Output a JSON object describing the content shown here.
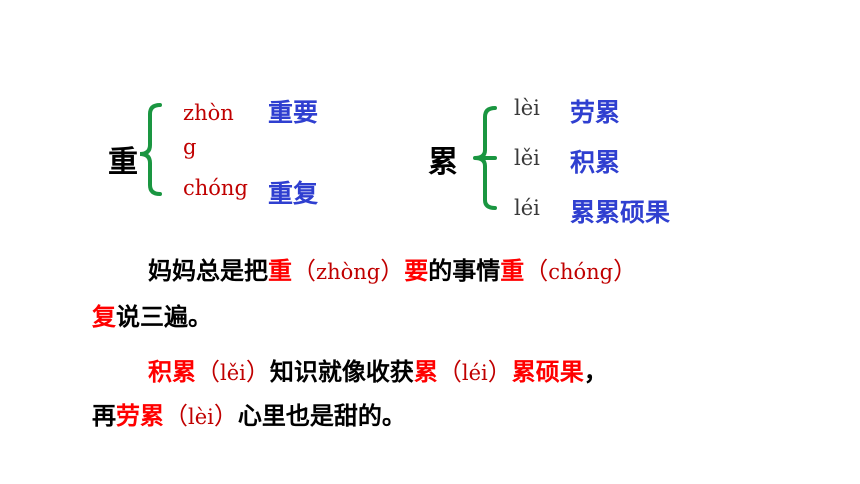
{
  "group_zhong": {
    "char": "重",
    "items": [
      {
        "pinyin_line1": "zhòn",
        "pinyin_line2": "g",
        "word": "重要"
      },
      {
        "pinyin": "chóng",
        "word": "重复"
      }
    ]
  },
  "group_lei": {
    "char": "累",
    "items": [
      {
        "pinyin": "lèi",
        "word": "劳累"
      },
      {
        "pinyin": "lěi",
        "word": "积累"
      },
      {
        "pinyin": "léi",
        "word": "累累硕果"
      }
    ]
  },
  "sentence1": {
    "s1": "妈妈总是把",
    "r1": "重",
    "p1_open": "（",
    "p1": "zhòng",
    "p1_close": "）",
    "r2": "要",
    "s2": "的事情",
    "r3": "重",
    "p2_open": "（",
    "p2": "chóng",
    "p2_close": "）",
    "r4": "复",
    "s3": "说三遍。"
  },
  "sentence2": {
    "r1": "积累",
    "p1_open": "（",
    "p1": "lěi",
    "p1_close": "）",
    "s1": "知识就像收获",
    "r2": "累",
    "p2_open": "（",
    "p2": "léi",
    "p2_close": "）",
    "r3": "累硕果",
    "s2": "，",
    "s3": "再",
    "r4": "劳累",
    "p3_open": "（",
    "p3": "lèi",
    "p3_close": "）",
    "s4": "心里也是甜的。"
  },
  "colors": {
    "brace": "#1a9641",
    "highlight": "#ff0000",
    "pinyin": "#c00000",
    "word": "#2f3fd0"
  }
}
